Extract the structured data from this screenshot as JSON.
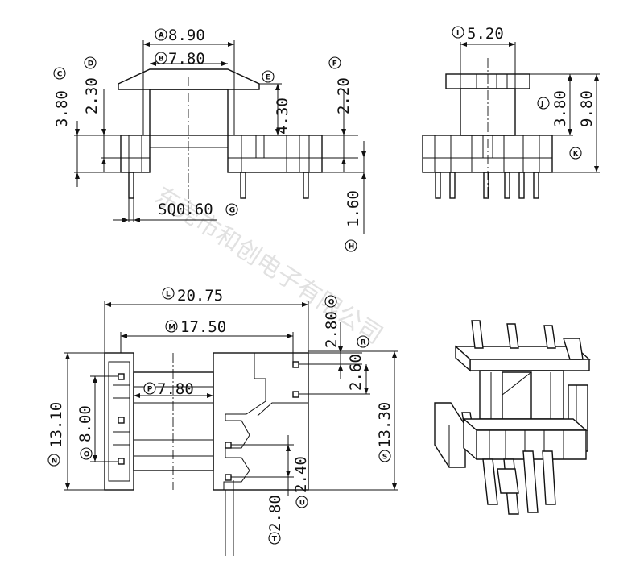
{
  "dimensions": {
    "A": "8.90",
    "B": "7.80",
    "C": "3.80",
    "D": "2.30",
    "E": "",
    "F": "2.20",
    "E_value": "4.30",
    "G": "SQ0.60",
    "H": "1.60",
    "I": "5.20",
    "J": "3.80",
    "K": "9.80",
    "L": "20.75",
    "M": "17.50",
    "N": "13.10",
    "O": "8.00",
    "P": "7.80",
    "Q": "2.80",
    "R": "2.60",
    "S": "13.30",
    "T": "2.80",
    "U": "2.40"
  },
  "labels": [
    "A",
    "B",
    "C",
    "D",
    "E",
    "F",
    "G",
    "H",
    "I",
    "J",
    "K",
    "L",
    "M",
    "N",
    "O",
    "P",
    "Q",
    "R",
    "S",
    "T",
    "U"
  ],
  "watermark": "东莞市和创电子有限公司"
}
